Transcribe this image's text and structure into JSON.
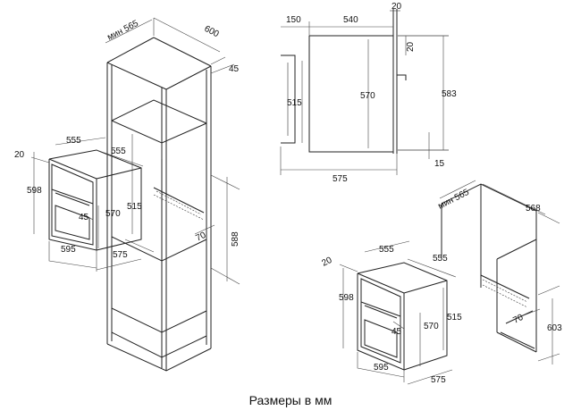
{
  "caption": "Размеры в мм",
  "tall_cabinet": {
    "min_depth": "мин 565",
    "depth": "600",
    "top_offset": "45",
    "niche_width": "555",
    "niche_height": "515",
    "vent_depth": "70",
    "niche_bottom": "588",
    "niche_depth": "575"
  },
  "oven_left": {
    "front_depth": "20",
    "width": "555",
    "height": "598",
    "inner_height": "570",
    "angle": "45",
    "bottom_width": "595"
  },
  "side_view": {
    "d150": "150",
    "d540": "540",
    "d20_top": "20",
    "d20_side": "20",
    "d515": "515",
    "d570": "570",
    "d583": "583",
    "d575": "575",
    "d15": "15"
  },
  "undercounter": {
    "min_depth": "мин 565",
    "depth": "568",
    "vent_depth": "70",
    "height": "603"
  },
  "oven_right": {
    "front_depth": "20",
    "width": "555",
    "niche_width": "555",
    "height": "598",
    "inner_height": "570",
    "niche_height": "515",
    "angle": "45",
    "bottom_width": "595",
    "depth": "575"
  }
}
